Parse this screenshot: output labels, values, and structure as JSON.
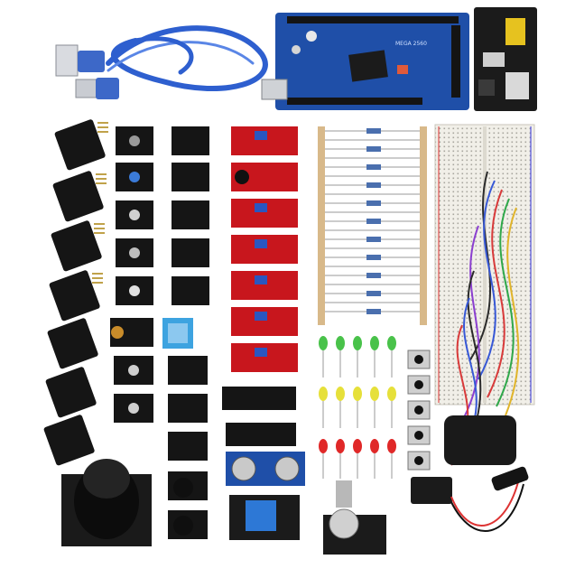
{
  "product_photo": {
    "board_label": "MEGA 2560",
    "colors": {
      "background": "#ffffff",
      "mega_board": "#1f4fa8",
      "usb_cable": "#2e5fcf",
      "sensor_module_black": "#151515",
      "sensor_module_red": "#c8161d",
      "breadboard": "#f1efe8",
      "resistor_tape": "#d8b98a",
      "led_green": "#49c24a",
      "led_yellow": "#e6e03a",
      "led_red": "#e02828"
    },
    "components": {
      "mega_board": "arduino-mega-board",
      "cable": "usb-cable-icon",
      "power_module": "breadboard-power-module",
      "sensor_modules": "sensor-module",
      "red_sensor_modules": "red-sensor-module",
      "resistors": "resistor-strip",
      "breadboard": "solderless-breadboard",
      "jumper_wires": "jumper-wire-bundle",
      "leds": "led-set",
      "buttons": "tactile-button-set",
      "joystick": "joystick-module",
      "ultrasonic": "ultrasonic-sensor",
      "relay": "relay-module",
      "potentiometer": "rotary-potentiometer",
      "battery_clip": "battery-clip-with-dc-plug"
    }
  }
}
